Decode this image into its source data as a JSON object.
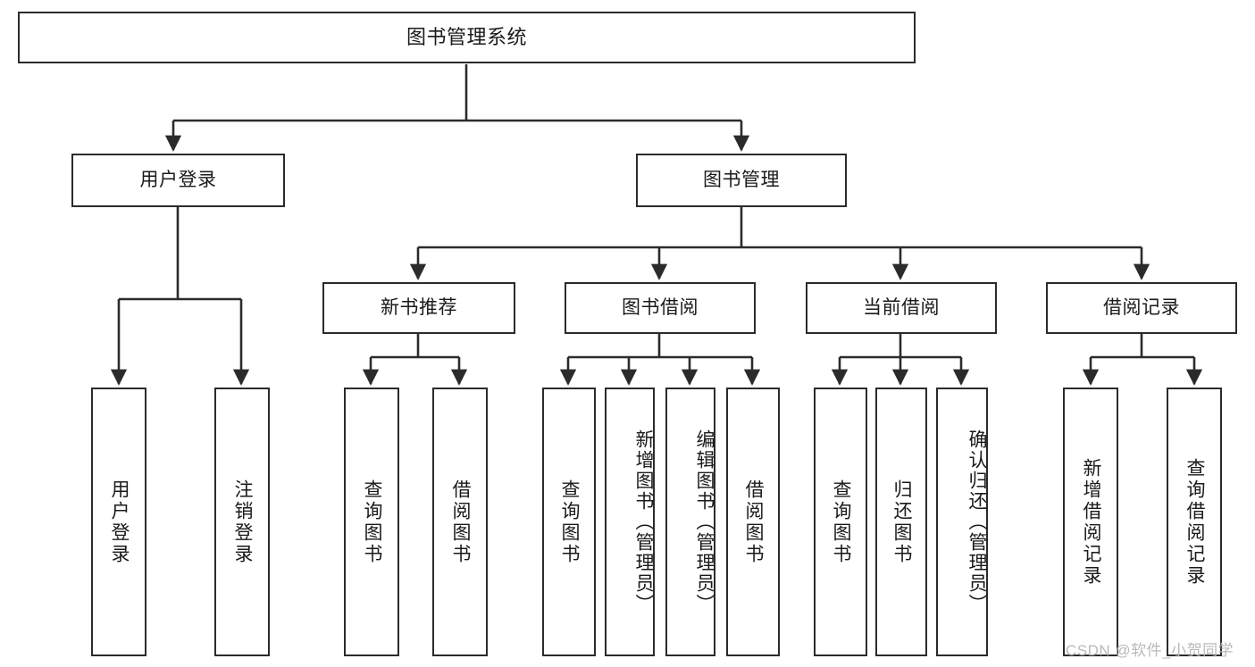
{
  "diagram": {
    "type": "tree-hierarchy",
    "title": "图书管理系统",
    "root": {
      "id": "root",
      "label": "图书管理系统"
    },
    "level2": [
      {
        "id": "user-login",
        "label": "用户登录"
      },
      {
        "id": "book-manage",
        "label": "图书管理"
      }
    ],
    "level3": [
      {
        "id": "new-book-recommend",
        "label": "新书推荐",
        "parent": "book-manage"
      },
      {
        "id": "book-borrow",
        "label": "图书借阅",
        "parent": "book-manage"
      },
      {
        "id": "current-borrow",
        "label": "当前借阅",
        "parent": "book-manage"
      },
      {
        "id": "borrow-record",
        "label": "借阅记录",
        "parent": "book-manage"
      }
    ],
    "leaves": [
      {
        "id": "leaf-user-login",
        "label": "用户登录",
        "parent": "user-login"
      },
      {
        "id": "leaf-user-logout",
        "label": "注销登录",
        "parent": "user-login"
      },
      {
        "id": "leaf-query-book-1",
        "label": "查询图书",
        "parent": "new-book-recommend"
      },
      {
        "id": "leaf-borrow-book-1",
        "label": "借阅图书",
        "parent": "new-book-recommend"
      },
      {
        "id": "leaf-query-book-2",
        "label": "查询图书",
        "parent": "book-borrow"
      },
      {
        "id": "leaf-add-book",
        "label": "新增图书（管理员）",
        "parent": "book-borrow"
      },
      {
        "id": "leaf-edit-book",
        "label": "编辑图书（管理员）",
        "parent": "book-borrow"
      },
      {
        "id": "leaf-borrow-book-2",
        "label": "借阅图书",
        "parent": "book-borrow"
      },
      {
        "id": "leaf-query-book-3",
        "label": "查询图书",
        "parent": "current-borrow"
      },
      {
        "id": "leaf-return-book",
        "label": "归还图书",
        "parent": "current-borrow"
      },
      {
        "id": "leaf-confirm-return",
        "label": "确认归还（管理员）",
        "parent": "current-borrow"
      },
      {
        "id": "leaf-add-record",
        "label": "新增借阅记录",
        "parent": "borrow-record"
      },
      {
        "id": "leaf-query-record",
        "label": "查询借阅记录",
        "parent": "borrow-record"
      }
    ]
  },
  "watermark": {
    "text": "CSDN @软件_小贺同学"
  },
  "colors": {
    "border": "#2b2b2b",
    "background": "#ffffff",
    "text": "#1a1a1a",
    "watermark": "#b9b9b9"
  }
}
